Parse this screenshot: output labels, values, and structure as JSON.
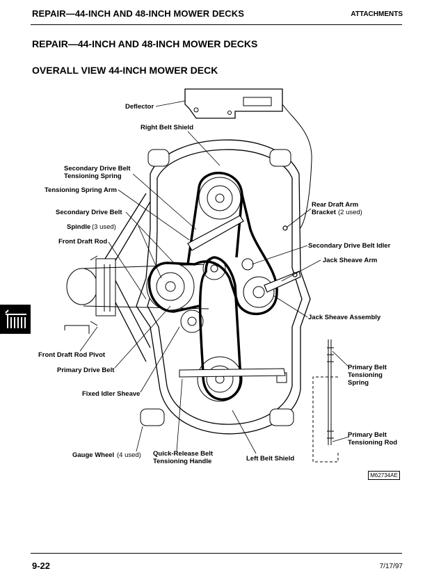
{
  "header": {
    "section_title": "REPAIR—44-INCH AND 48-INCH MOWER DECKS",
    "category": "ATTACHMENTS"
  },
  "page": {
    "heading": "REPAIR—44-INCH AND 48-INCH MOWER DECKS",
    "subheading": "OVERALL VIEW 44-INCH MOWER DECK"
  },
  "labels": {
    "deflector": "Deflector",
    "right_belt_shield": "Right Belt Shield",
    "secondary_drive_belt_tensioning_spring_1": "Secondary Drive Belt",
    "secondary_drive_belt_tensioning_spring_2": "Tensioning Spring",
    "tensioning_spring_arm": "Tensioning Spring Arm",
    "secondary_drive_belt": "Secondary Drive Belt",
    "spindle": "Spindle",
    "spindle_note": "(3 used)",
    "front_draft_rod": "Front Draft Rod",
    "rear_draft_arm_bracket_1": "Rear Draft Arm",
    "rear_draft_arm_bracket_2": "Bracket",
    "rear_draft_arm_note": "(2 used)",
    "secondary_drive_belt_idler": "Secondary Drive Belt Idler",
    "jack_sheave_arm": "Jack Sheave Arm",
    "jack_sheave_assembly": "Jack Sheave Assembly",
    "front_draft_rod_pivot": "Front Draft Rod Pivot",
    "primary_drive_belt": "Primary Drive Belt",
    "fixed_idler_sheave": "Fixed Idler Sheave",
    "primary_belt_tensioning_spring_1": "Primary Belt",
    "primary_belt_tensioning_spring_2": "Tensioning",
    "primary_belt_tensioning_spring_3": "Spring",
    "primary_belt_tensioning_rod_1": "Primary Belt",
    "primary_belt_tensioning_rod_2": "Tensioning Rod",
    "gauge_wheel": "Gauge Wheel",
    "gauge_wheel_note": "(4 used)",
    "quick_release_1": "Quick-Release Belt",
    "quick_release_2": "Tensioning Handle",
    "left_belt_shield": "Left Belt Shield"
  },
  "figure_id": "M62734AE",
  "footer": {
    "page_number": "9-22",
    "date": "7/17/97"
  }
}
